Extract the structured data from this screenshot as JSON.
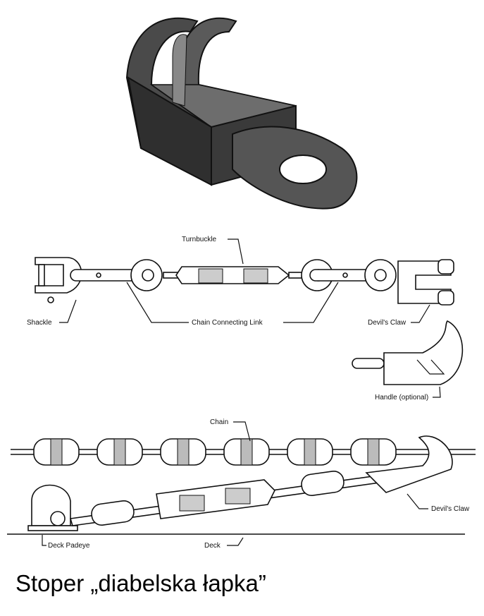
{
  "labels": {
    "turnbuckle": "Turnbuckle",
    "shackle": "Shackle",
    "chain_connecting_link": "Chain Connecting Link",
    "devils_claw_top": "Devil's Claw",
    "handle": "Handle (optional)",
    "chain": "Chain",
    "devils_claw_bottom": "Devil's Claw",
    "deck_padeye": "Deck Padeye",
    "deck": "Deck"
  },
  "caption": "Stoper „diabelska łapka”"
}
